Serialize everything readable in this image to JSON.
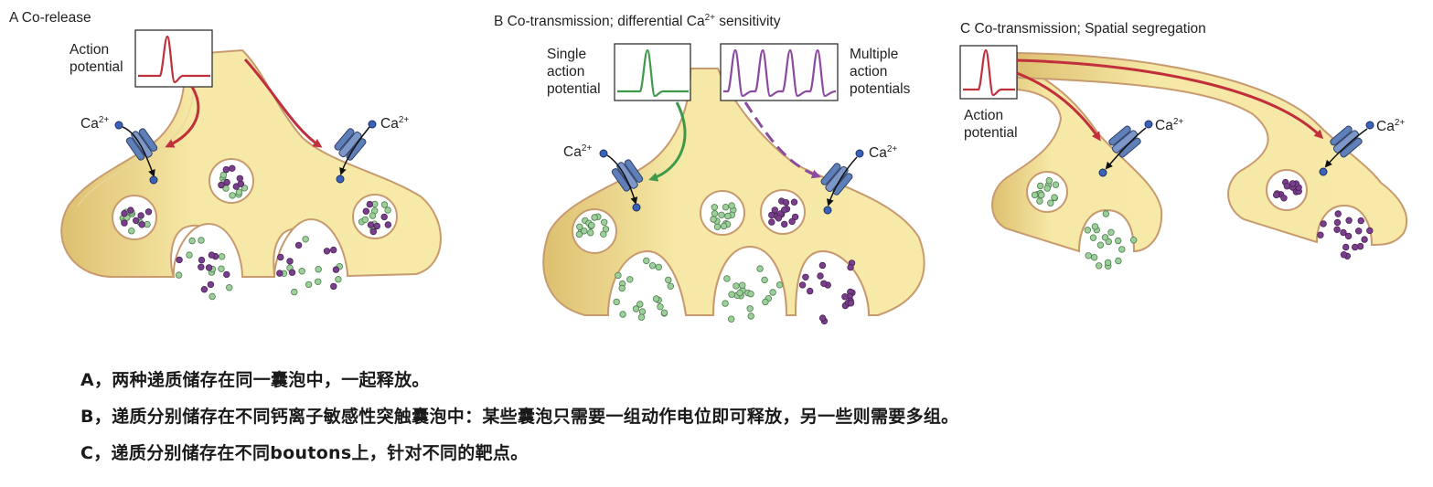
{
  "panels": {
    "A": {
      "title": "A Co-release",
      "ap_label": [
        "Action",
        "potential"
      ],
      "ca_label": "Ca",
      "ca_sup": "2+"
    },
    "B": {
      "title_main": "B Co-transmission; differential Ca",
      "title_sup": "2+",
      "title_tail": " sensitivity",
      "single_label": [
        "Single",
        "action",
        "potential"
      ],
      "multiple_label": [
        "Multiple",
        "action",
        "potentials"
      ],
      "ca_label": "Ca",
      "ca_sup": "2+"
    },
    "C": {
      "title": "C Co-transmission; Spatial segregation",
      "ap_label": [
        "Action",
        "potential"
      ],
      "ca_label": "Ca",
      "ca_sup": "2+"
    }
  },
  "captions": {
    "a": "A，两种递质储存在同一囊泡中，一起释放。",
    "b": "B，递质分别储存在不同钙离子敏感性突触囊泡中：某些囊泡只需要一组动作电位即可释放，另一些则需要多组。",
    "c": "C，递质分别储存在不同boutons上，针对不同的靶点。"
  },
  "colors": {
    "terminal_fill": "#f6e8a6",
    "terminal_stroke": "#c89a70",
    "red_trace": "#c0303c",
    "green_trace": "#3e9a4a",
    "purple_trace": "#8a4aa0",
    "green_dot": "#9ccf9a",
    "purple_dot": "#7a3f8c",
    "calcium": "#3a63b8",
    "channel": "#5f7fb8"
  }
}
